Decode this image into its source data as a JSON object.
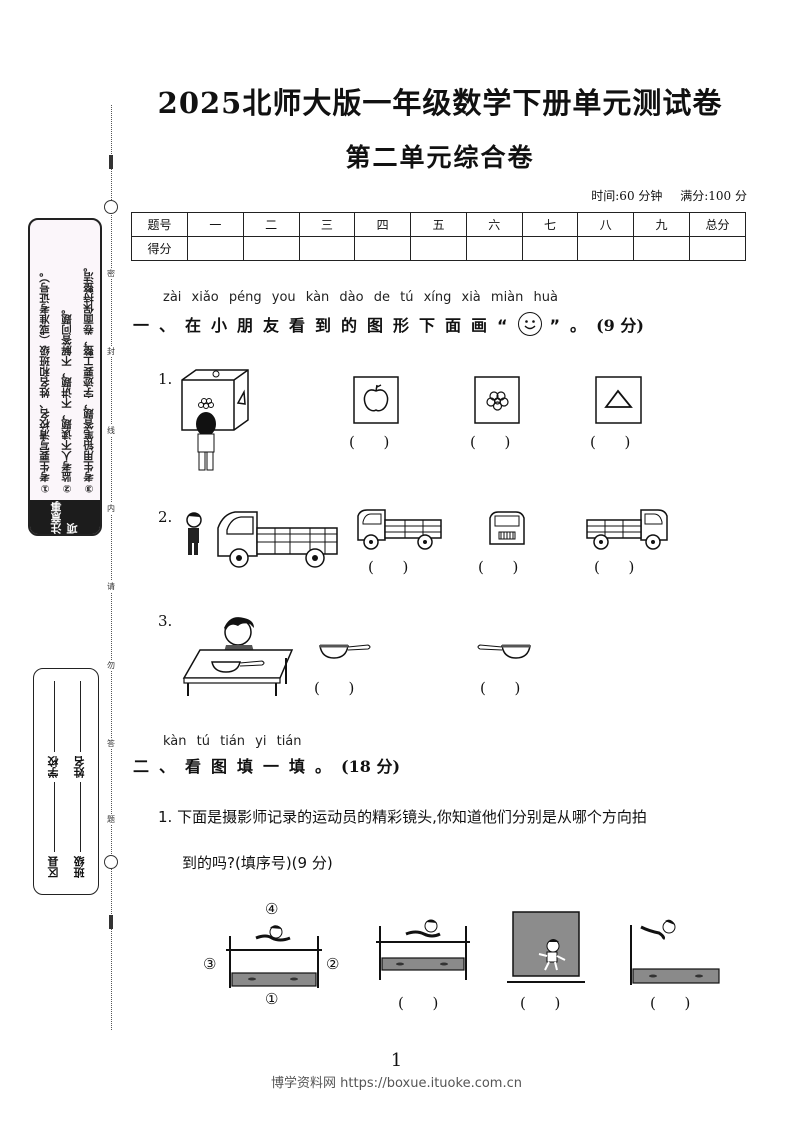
{
  "header": {
    "title": "2025北师大版一年级数学下册单元测试卷",
    "subtitle": "第二单元综合卷",
    "time": "时间:60 分钟",
    "full_score": "满分:100 分"
  },
  "score_table": {
    "row1": [
      "题号",
      "一",
      "二",
      "三",
      "四",
      "五",
      "六",
      "七",
      "八",
      "九",
      "总分"
    ],
    "row2_label": "得分"
  },
  "sidebar": {
    "notice_items": [
      "①考生要写清校名、姓名和班级（或准考证号）。",
      "②监考人不读题，不讲题，不解答问题。",
      "③考生用铅笔答题，字迹要工整，卷面保持整洁。"
    ],
    "notice_label": "注意事项",
    "info_fields": {
      "district": "区县",
      "school": "学校",
      "class": "班级",
      "name": "姓名"
    },
    "binding_line_chars": [
      "密",
      "封",
      "线",
      "内",
      "请",
      "勿",
      "答",
      "题"
    ]
  },
  "section1": {
    "pinyin": "zài xiǎo péng you kàn dào de tú xíng xià miàn huà",
    "heading_prefix": "一、在小朋友看到的图形下面画“",
    "heading_suffix": "”。",
    "score": "(9 分)",
    "smiley_icon": "smiley-face",
    "q1_num": "1.",
    "q2_num": "2.",
    "q3_num": "3.",
    "blank": "(      )"
  },
  "section2": {
    "pinyin": "kàn tú tián yi tián",
    "heading": "二、看图填一填",
    "heading_end": "。",
    "score": "(18 分)",
    "q1_line1": "1. 下面是摄影师记录的运动员的精彩镜头,你知道他们分别是从哪个方向拍",
    "q1_line2": "到的吗?(填序号)(9 分)",
    "direction_labels": [
      "①",
      "②",
      "③",
      "④"
    ],
    "blank": "(      )"
  },
  "footer": {
    "page_number": "1",
    "site": "博学资料网 https://boxue.ituoke.com.cn"
  }
}
